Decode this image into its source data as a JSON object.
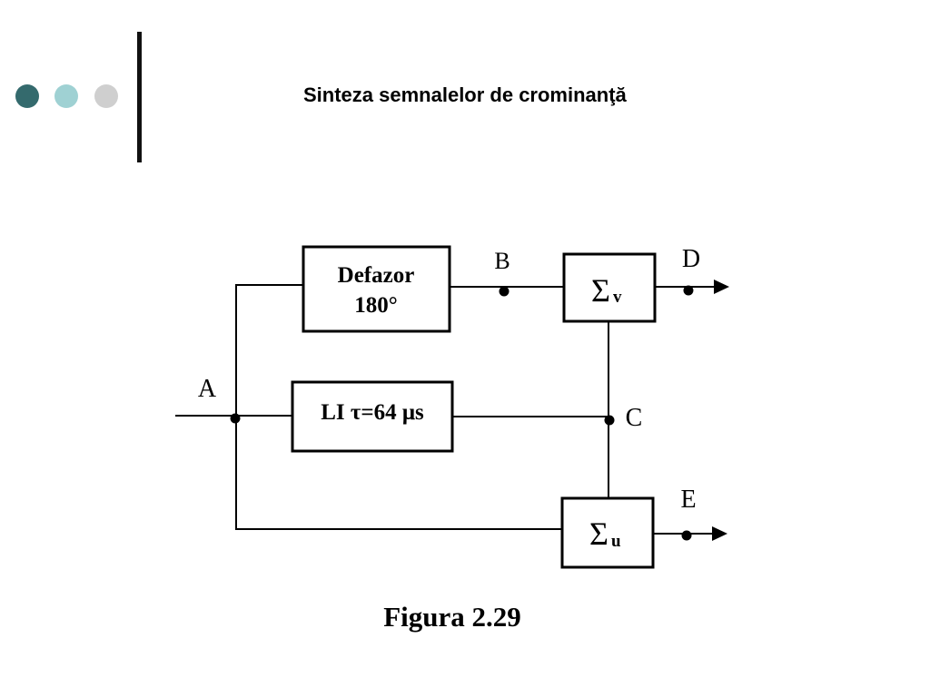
{
  "header": {
    "title": "Sinteza semnalelor de crominanţă",
    "dots": [
      {
        "color": "#346a6d"
      },
      {
        "color": "#9fd1d3"
      },
      {
        "color": "#cfcfcf"
      }
    ]
  },
  "diagram": {
    "blocks": {
      "phase_shifter": {
        "line1": "Defazor",
        "line2": "180°"
      },
      "delay_line": {
        "text": "LI τ=64 μs"
      },
      "sum_v": {
        "symbol": "Σ",
        "sub": "v"
      },
      "sum_u": {
        "symbol": "Σ",
        "sub": "u"
      }
    },
    "nodes": {
      "a": "A",
      "b": "B",
      "c": "C",
      "d": "D",
      "e": "E"
    }
  },
  "caption": "Figura 2.29"
}
